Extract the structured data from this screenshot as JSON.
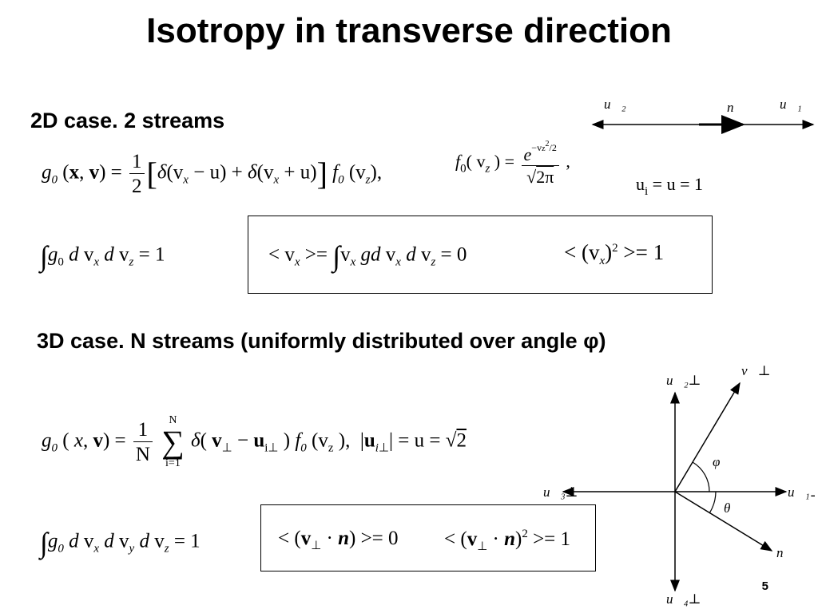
{
  "slide": {
    "title": "Isotropy in transverse direction",
    "page_number": "5"
  },
  "section_2d": {
    "heading": "2D case. 2 streams",
    "diagram": {
      "label_u2": "u⃗₂",
      "label_n": "n⃗",
      "label_u1": "u⃗₁"
    }
  },
  "section_3d": {
    "heading": "3D case. N streams (uniformly distributed over angle φ)",
    "diagram": {
      "label_v": "v⃗⊥",
      "label_u2": "u⃗₂⊥",
      "label_u3": "u⃗₃⊥",
      "label_u1": "u⃗₁⊥",
      "label_u4": "u⃗₄⊥",
      "label_n": "n⃗",
      "label_phi": "φ",
      "label_theta": "θ"
    }
  },
  "equations": {
    "sqrt2": "2",
    "sqrt2pi": "2π"
  }
}
